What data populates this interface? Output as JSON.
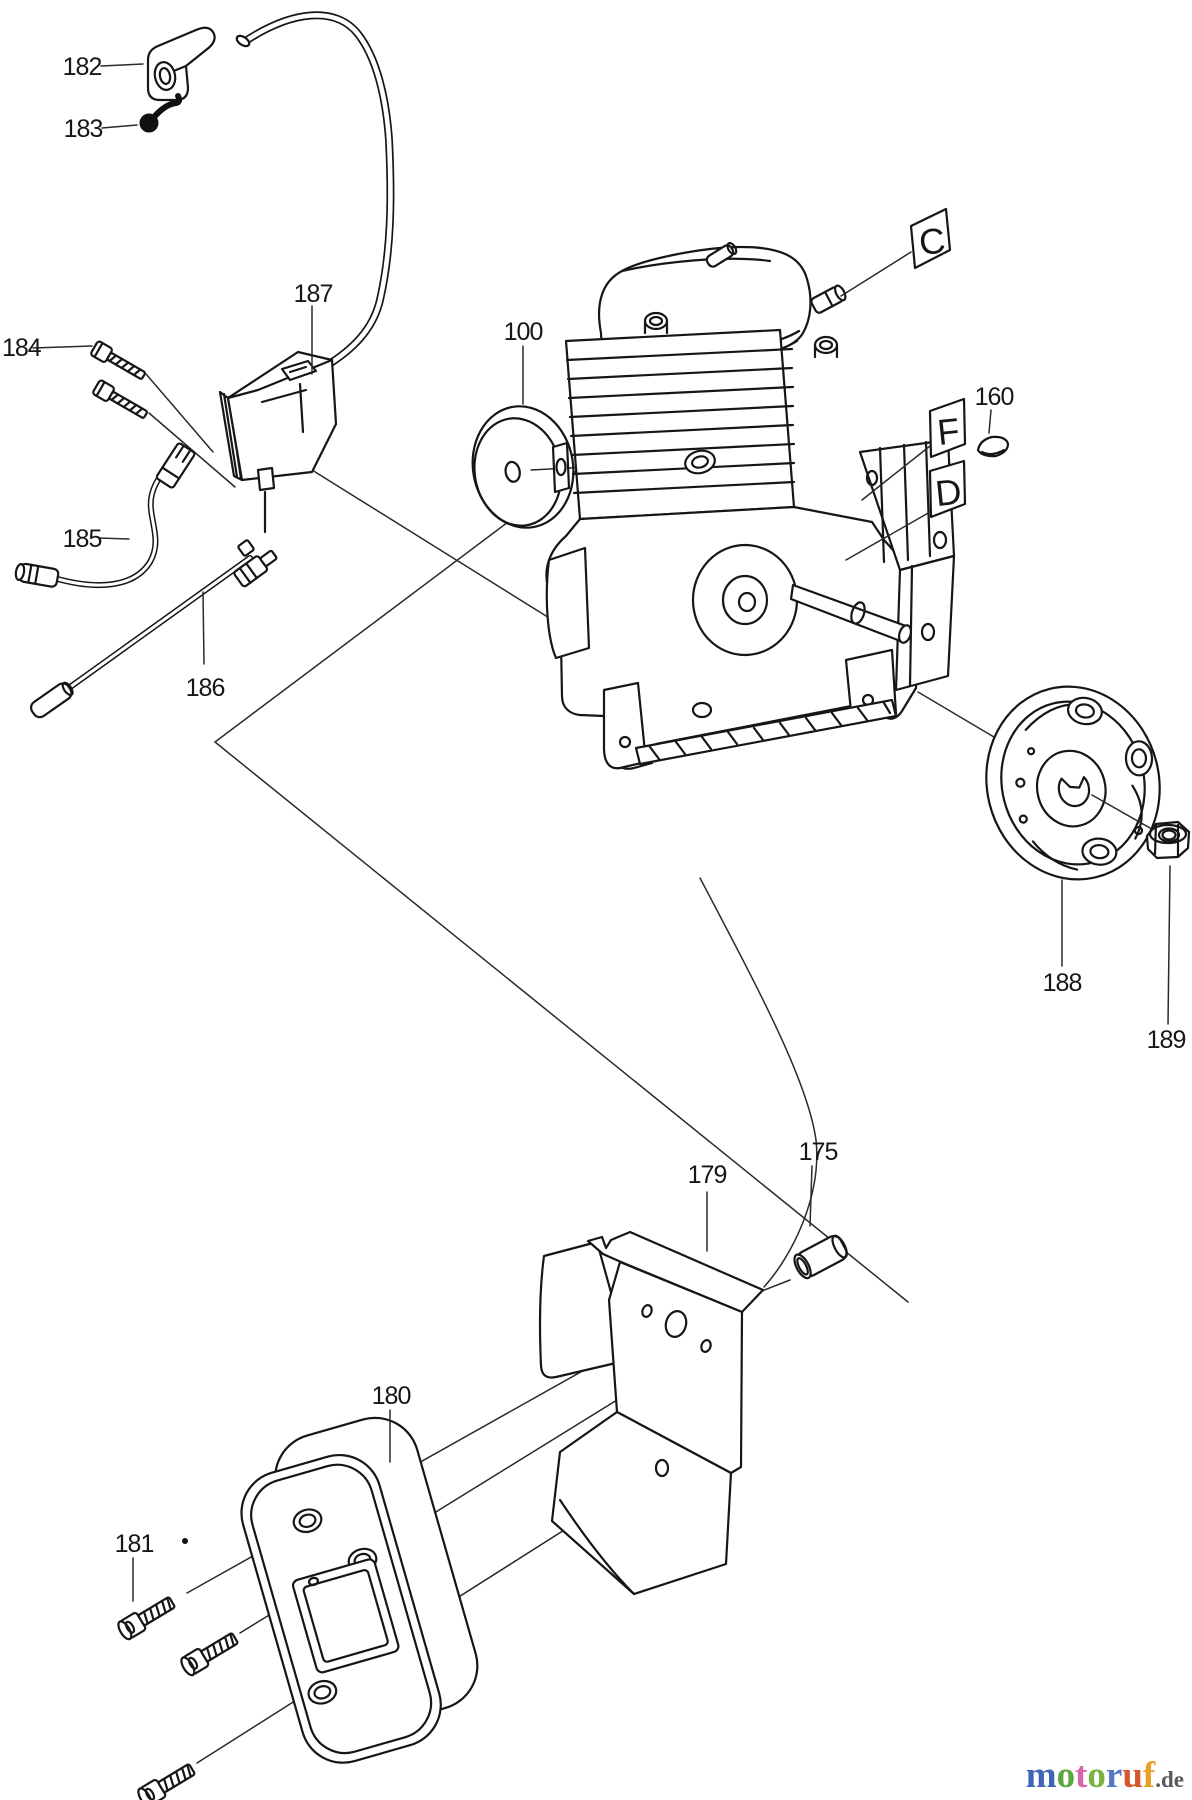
{
  "diagram": {
    "title": "engine ignition, clutch and muffler exploded parts diagram",
    "callouts": {
      "p182": "182",
      "p183": "183",
      "p184": "184",
      "p185": "185",
      "p186": "186",
      "p187": "187",
      "p100": "100",
      "p160": "160",
      "p188": "188",
      "p189": "189",
      "p175": "175",
      "p179": "179",
      "p180": "180",
      "p181": "181"
    },
    "letter_tags": {
      "c": "C",
      "f": "F",
      "d": "D"
    },
    "colors": {
      "line": "#161616",
      "background": "#ffffff"
    }
  },
  "logo": {
    "letters": [
      {
        "ch": "m",
        "color": "#3f64b8"
      },
      {
        "ch": "o",
        "color": "#5ca83f"
      },
      {
        "ch": "t",
        "color": "#d964a8"
      },
      {
        "ch": "o",
        "color": "#79b23c"
      },
      {
        "ch": "r",
        "color": "#5577c4"
      },
      {
        "ch": "u",
        "color": "#d4572e"
      },
      {
        "ch": "f",
        "color": "#e8a126"
      }
    ],
    "suffix": ".de",
    "suffix_color": "#58595b"
  }
}
